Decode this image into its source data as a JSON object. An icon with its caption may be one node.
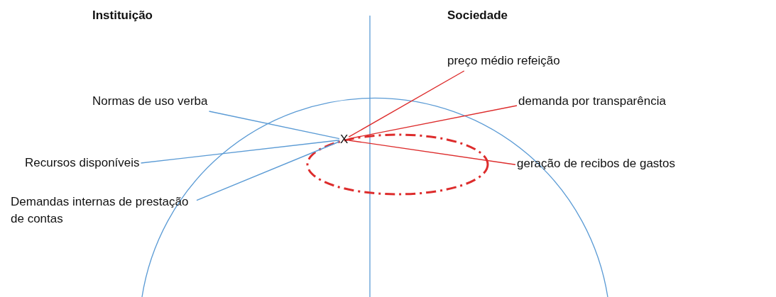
{
  "diagram": {
    "nodes": [
      {
        "text": [
          "X"
        ]
      },
      {
        "text": [
          "Normas de uso verba"
        ]
      },
      {
        "text": [
          "Recursos disponíveis"
        ]
      },
      {
        "text": [
          "Demandas internas de prestação de contas"
        ]
      },
      {
        "text": [
          "preço médio refeição"
        ]
      },
      {
        "text": [
          "demanda por transparência"
        ]
      },
      {
        "text": [
          "geração de recibos de gastos"
        ]
      }
    ],
    "edges": [
      {
        "from": 0,
        "to": 1,
        "arrow": "none"
      },
      {
        "from": 0,
        "to": 2,
        "arrow": "none"
      },
      {
        "from": 0,
        "to": 3,
        "arrow": "none"
      },
      {
        "from": 0,
        "to": 4,
        "arrow": "none",
        "color": "#dd2c2c"
      },
      {
        "from": 0,
        "to": 5,
        "arrow": "none",
        "color": "#dd2c2c"
      },
      {
        "from": 0,
        "to": 6,
        "arrow": "none",
        "color": "#dd2c2c"
      }
    ],
    "labels": [
      "Instituição",
      "Sociedade"
    ]
  }
}
